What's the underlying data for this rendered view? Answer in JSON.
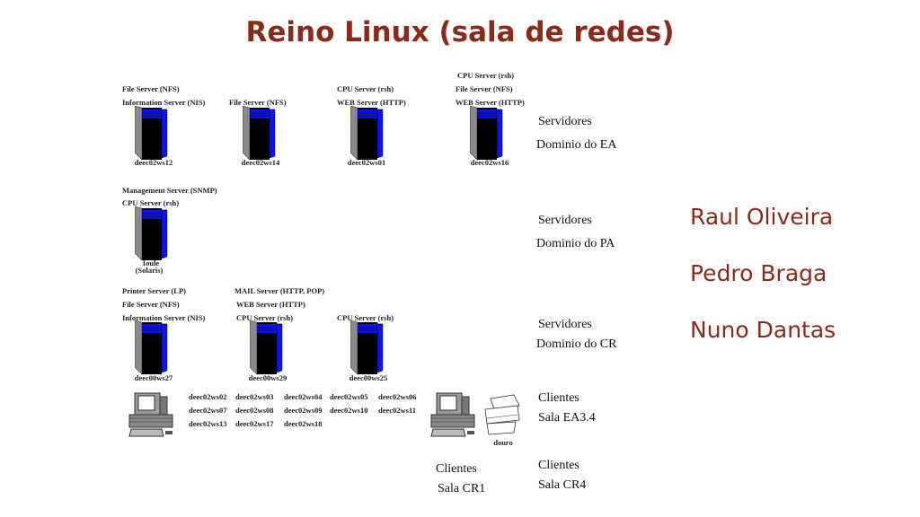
{
  "title": "Reino Linux (sala de redes)",
  "servers": [
    {
      "roles": [
        "File Server (NFS)",
        "Information Server (NIS)"
      ],
      "host": "deec02ws12"
    },
    {
      "roles": [
        "File Server (NFS)"
      ],
      "host": "deec02ws14"
    },
    {
      "roles": [
        "CPU Server (rsh)",
        "WEB Server (HTTP)"
      ],
      "host": "deec02ws01"
    },
    {
      "roles": [
        "CPU Server (rsh)",
        "File Server (NFS)",
        "WEB Server (HTTP)"
      ],
      "host": "deec02ws16"
    },
    {
      "roles": [
        "Management Server (SNMP)",
        "CPU Server (rsh)"
      ],
      "host": "Ioule",
      "sub": "(Solaris)"
    },
    {
      "roles": [
        "Printer Server (LP)",
        "File Server (NFS)",
        "Information Server (NIS)"
      ],
      "host": "deec00ws27"
    },
    {
      "roles": [
        "MAIL Server (HTTP, POP)",
        "WEB Server (HTTP)",
        "CPU Server (rsh)"
      ],
      "host": "deec00ws29"
    },
    {
      "roles": [
        "CPU Server (rsh)"
      ],
      "host": "deec00ws25"
    }
  ],
  "clients": [
    [
      "deec02ws02",
      "deec02ws03",
      "deec02ws04",
      "deec02ws05",
      "deec02ws06"
    ],
    [
      "deec02ws07",
      "deec02ws08",
      "deec02ws09",
      "deec02ws10",
      "deec02ws11"
    ],
    [
      "deec02ws13",
      "deec02ws17",
      "deec02ws18"
    ]
  ],
  "printer": "douro",
  "groups": {
    "ea": [
      "Servidores",
      "Dominio do EA"
    ],
    "pa": [
      "Servidores",
      "Dominio do PA"
    ],
    "cr": [
      "Servidores",
      "Dominio do CR"
    ],
    "ea34": [
      "Clientes",
      "Sala EA3.4"
    ],
    "cr1": [
      "Clientes",
      "Sala CR1"
    ],
    "cr4": [
      "Clientes",
      "Sala CR4"
    ]
  },
  "authors": [
    "Raul Oliveira",
    "Pedro Braga",
    "Nuno Dantas"
  ]
}
